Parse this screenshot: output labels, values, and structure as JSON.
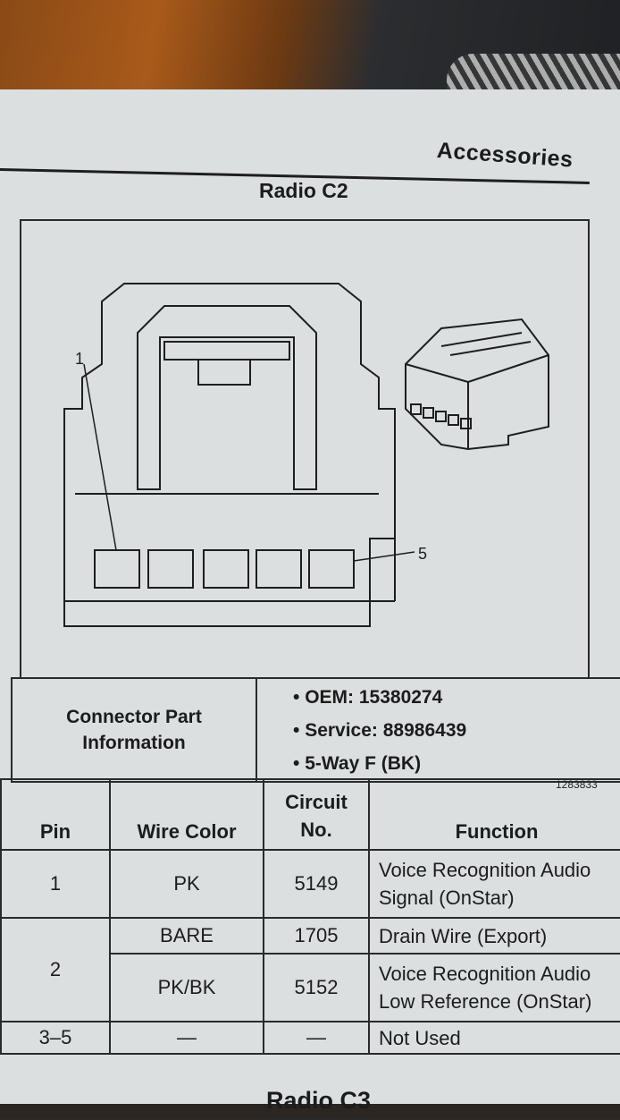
{
  "header": {
    "section": "Accessories"
  },
  "connector": {
    "title": "Radio C2",
    "figure_id": "1283833",
    "pin_callout_first": "1",
    "pin_callout_last": "5"
  },
  "part_info": {
    "label_line1": "Connector Part",
    "label_line2": "Information",
    "items": [
      "OEM: 15380274",
      "Service: 88986439",
      "5-Way F (BK)"
    ]
  },
  "pin_table": {
    "headers": {
      "pin": "Pin",
      "wire_color": "Wire Color",
      "circuit_line1": "Circuit",
      "circuit_line2": "No.",
      "function": "Function"
    },
    "rows": [
      {
        "pin": "1",
        "wire_color": "PK",
        "circuit": "5149",
        "function_line1": "Voice Recognition Audio",
        "function_line2": "Signal (OnStar)"
      },
      {
        "pin": "2",
        "wire_color": "BARE",
        "circuit": "1705",
        "function_line1": "Drain Wire (Export)",
        "function_line2": ""
      },
      {
        "pin": "",
        "wire_color": "PK/BK",
        "circuit": "5152",
        "function_line1": "Voice Recognition Audio",
        "function_line2": "Low Reference (OnStar)"
      },
      {
        "pin": "3–5",
        "wire_color": "—",
        "circuit": "—",
        "function_line1": "Not Used",
        "function_line2": ""
      }
    ]
  },
  "next_section": {
    "title": "Radio C3"
  }
}
